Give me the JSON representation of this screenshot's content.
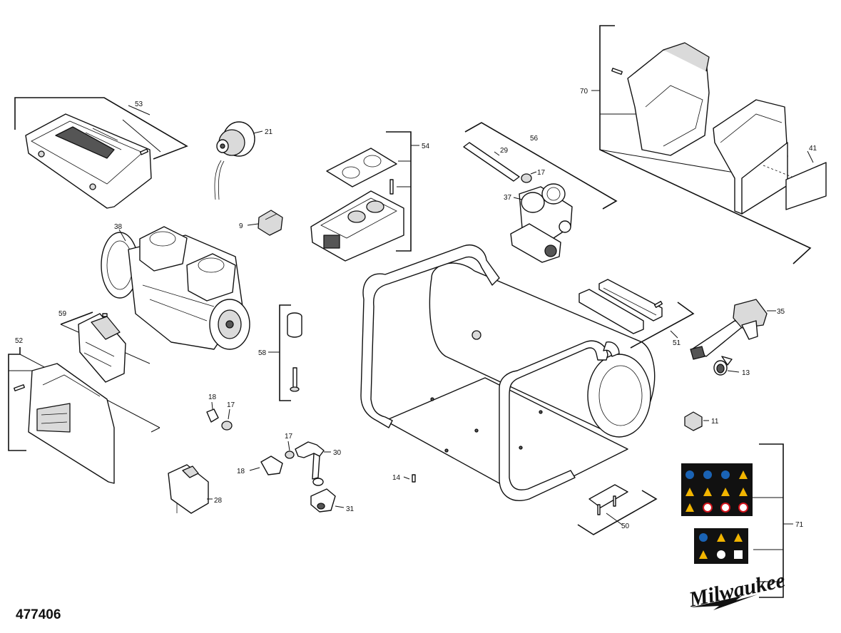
{
  "document_number": "477406",
  "brand_logo_text": "Milwaukee",
  "colors": {
    "line": "#111111",
    "warning_panel": "#111111",
    "warning_yellow": "#f2b500",
    "mandatory_blue": "#1a63b5",
    "prohibition_red": "#d0141c"
  },
  "callouts": [
    {
      "id": "c53",
      "label": "53"
    },
    {
      "id": "c21",
      "label": "21"
    },
    {
      "id": "c54",
      "label": "54"
    },
    {
      "id": "c56",
      "label": "56"
    },
    {
      "id": "c29",
      "label": "29"
    },
    {
      "id": "c17a",
      "label": "17"
    },
    {
      "id": "c37",
      "label": "37"
    },
    {
      "id": "c70",
      "label": "70"
    },
    {
      "id": "c41",
      "label": "41"
    },
    {
      "id": "c9",
      "label": "9"
    },
    {
      "id": "c38",
      "label": "38"
    },
    {
      "id": "c59",
      "label": "59"
    },
    {
      "id": "c52",
      "label": "52"
    },
    {
      "id": "c58",
      "label": "58"
    },
    {
      "id": "c35",
      "label": "35"
    },
    {
      "id": "c51",
      "label": "51"
    },
    {
      "id": "c13",
      "label": "13"
    },
    {
      "id": "c11",
      "label": "11"
    },
    {
      "id": "c18a",
      "label": "18"
    },
    {
      "id": "c17b",
      "label": "17"
    },
    {
      "id": "c17c",
      "label": "17"
    },
    {
      "id": "c30",
      "label": "30"
    },
    {
      "id": "c18b",
      "label": "18"
    },
    {
      "id": "c14",
      "label": "14"
    },
    {
      "id": "c28",
      "label": "28"
    },
    {
      "id": "c31",
      "label": "31"
    },
    {
      "id": "c50",
      "label": "50"
    },
    {
      "id": "c71",
      "label": "71"
    }
  ]
}
